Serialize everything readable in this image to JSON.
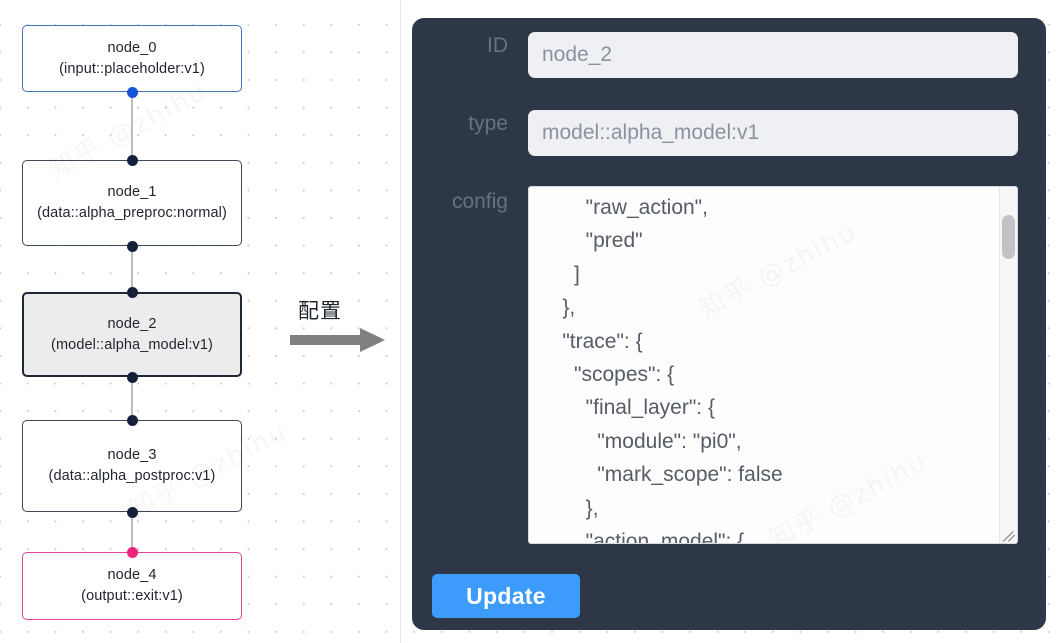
{
  "graph": {
    "nodes": [
      {
        "id": "node_0",
        "subtitle": "(input::placeholder:v1)",
        "state": "start"
      },
      {
        "id": "node_1",
        "subtitle": "(data::alpha_preproc:normal)",
        "state": "normal"
      },
      {
        "id": "node_2",
        "subtitle": "(model::alpha_model:v1)",
        "state": "selected"
      },
      {
        "id": "node_3",
        "subtitle": "(data::alpha_postproc:v1)",
        "state": "normal"
      },
      {
        "id": "node_4",
        "subtitle": "(output::exit:v1)",
        "state": "end"
      }
    ],
    "colors": {
      "start_border": "#4472c4",
      "normal_border": "#3d4a5c",
      "selected_border": "#1e2736",
      "selected_fill": "#ececec",
      "end_border": "#e0459a",
      "port": "#16203a",
      "port_start": "#1554d6",
      "port_end": "#f0237d",
      "edge": "#b9bcc2"
    }
  },
  "arrow": {
    "label": "配置",
    "icon": "right-arrow-icon",
    "color": "#808080"
  },
  "panel": {
    "background": "#2e3748",
    "fields": [
      {
        "label": "ID",
        "value": "node_2"
      },
      {
        "label": "type",
        "value": "model::alpha_model:v1"
      }
    ],
    "config": {
      "label": "config",
      "value": "        \"raw_action\",\n        \"pred\"\n      ]\n    },\n    \"trace\": {\n      \"scopes\": {\n        \"final_layer\": {\n          \"module\": \"pi0\",\n          \"mark_scope\": false\n        },\n        \"action_model\": {"
    },
    "update_button": {
      "label": "Update",
      "color": "#3d9bfb"
    }
  },
  "watermark": {
    "text": "知乎 @zhihu"
  }
}
